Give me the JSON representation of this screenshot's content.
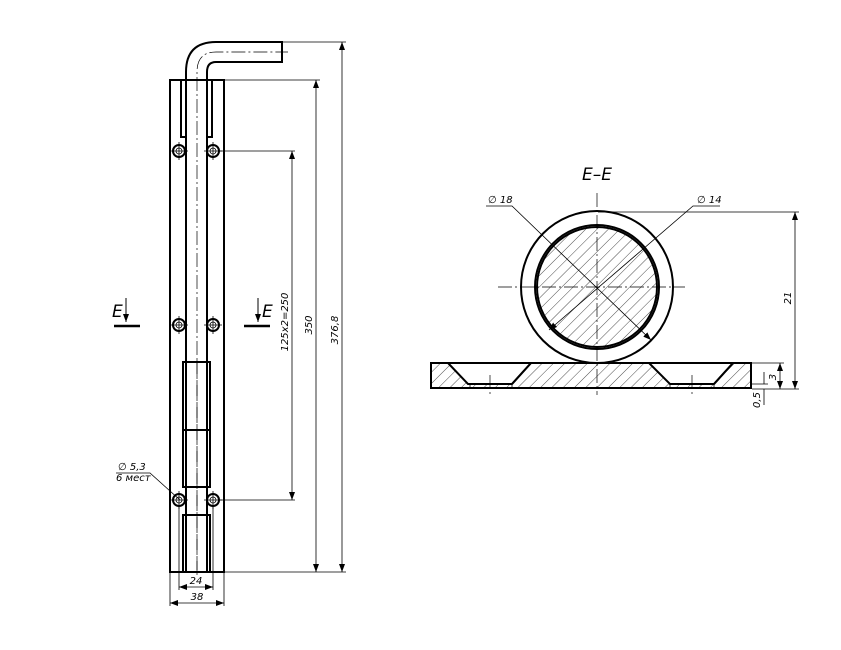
{
  "drawing": {
    "section_label": "E–E",
    "section_marker_letter": "E",
    "dimensions": {
      "overall_height": "376,8",
      "plate_height": "350",
      "hole_pitch": "125x2=250",
      "hole_spacing": "24",
      "plate_width": "38",
      "hole_diameter": "∅ 5,3",
      "hole_count": "6 мест",
      "tube_outer_diameter": "∅ 18",
      "rod_diameter": "∅ 14",
      "section_height": "21",
      "plate_thickness": "3",
      "recess_depth": "0,5"
    }
  }
}
